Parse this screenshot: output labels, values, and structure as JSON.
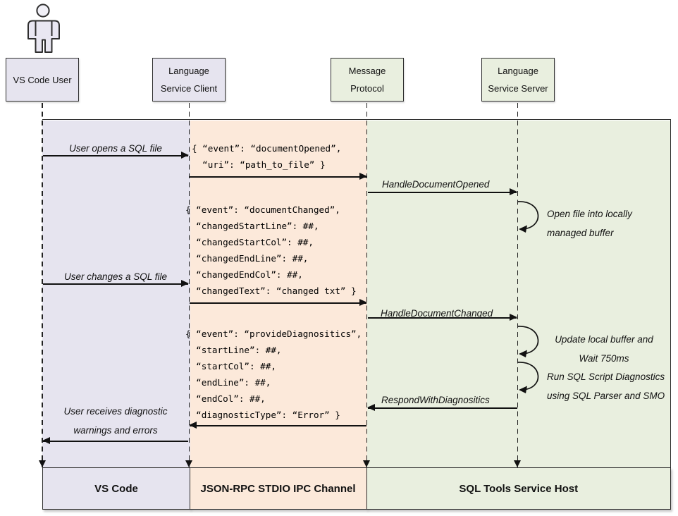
{
  "diagram": {
    "participants": [
      {
        "label": "VS Code User"
      },
      {
        "label": "Language\nService Client"
      },
      {
        "label": "Message\nProtocol"
      },
      {
        "label": "Language\nService Server"
      }
    ],
    "lanes": [
      {
        "label": "VS Code",
        "color": "#e6e4ef"
      },
      {
        "label": "JSON-RPC STDIO IPC Channel",
        "color": "#fce9da"
      },
      {
        "label": "SQL Tools Service Host",
        "color": "#e9efdf"
      }
    ],
    "labels": {
      "user_opens_sql_file": "User opens a SQL file",
      "handle_document_opened": "HandleDocumentOpened",
      "user_changes_sql_file": "User changes a SQL file",
      "handle_document_changed": "HandleDocumentChanged",
      "respond_with_diagnostics": "RespondWithDiagnositics",
      "user_receives_diagnostics": "User receives diagnostic\nwarnings and errors"
    },
    "notes": {
      "open_file": "Open file into locally\nmanaged buffer",
      "update_buffer": "Update local buffer and\nWait 750ms",
      "run_diagnostics": "Run SQL Script Diagnostics\nusing SQL Parser and SMO"
    },
    "payloads": {
      "document_opened": "{ “event”: “documentOpened”,\n  “uri”: “path_to_file” }",
      "document_changed": "{ “event”: “documentChanged”,\n  “changedStartLine”: ##,\n  “changedStartCol”: ##,\n  “changedEndLine”: ##,\n  “changedEndCol”: ##,\n  “changedText”: “changed txt” }",
      "provide_diagnostics": "{ “event”: “provideDiagnositics”,\n  “startLine”: ##,\n  “startCol”: ##,\n  “endLine”: ##,\n  “endCol”: ##,\n  “diagnosticType”: “Error” }"
    }
  }
}
